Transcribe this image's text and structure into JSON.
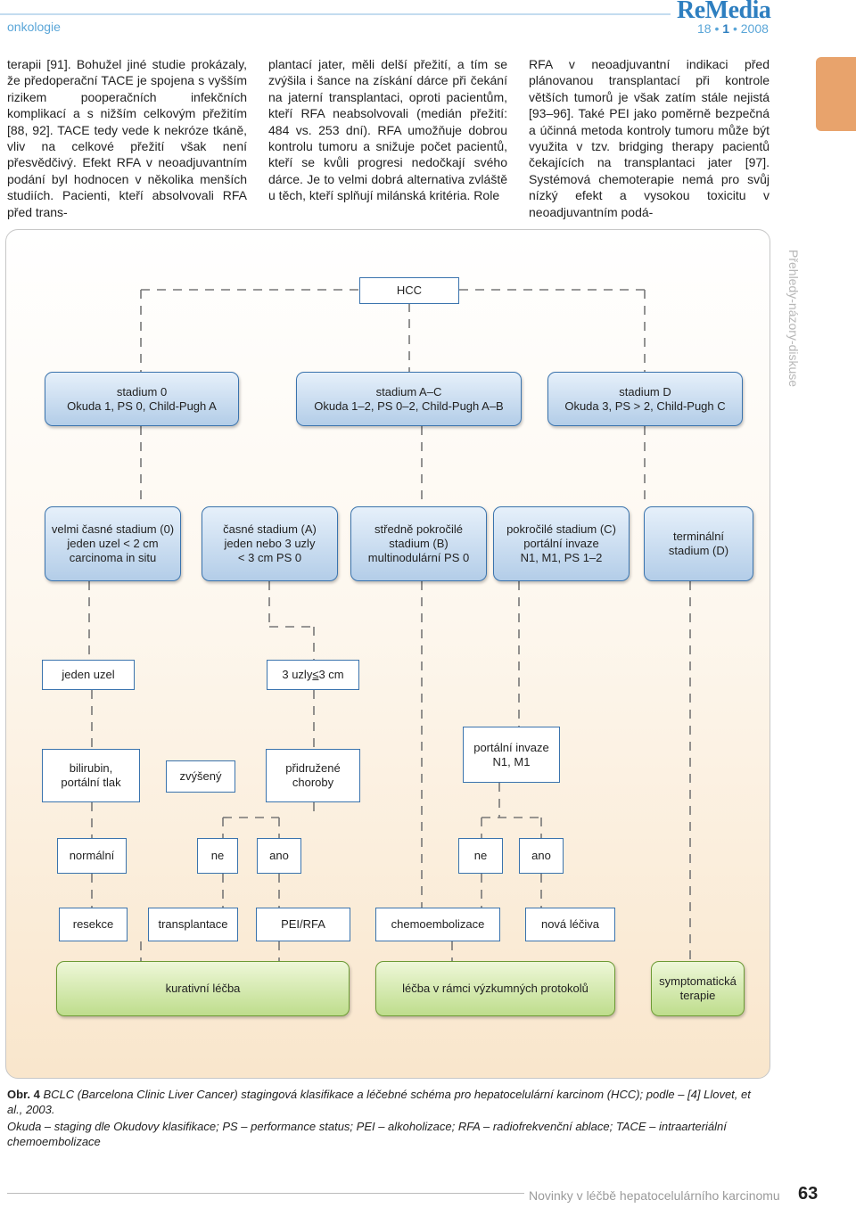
{
  "header": {
    "section": "onkologie",
    "brand": "ReMedia",
    "issue_prefix": "18 • ",
    "issue_num": "1",
    "issue_suffix": " • 2008"
  },
  "side_tab": "Přehledy-názory-diskuse",
  "columns": [
    "terapii [91]. Bohužel jiné studie prokázaly, že předoperační TACE je spojena s vyšším rizikem pooperačních infekčních komplikací a s nižším celkovým přežitím [88, 92]. TACE tedy vede k nekróze tkáně, vliv na celkové přežití však není přesvědčivý. Efekt RFA v neoadjuvantním podání byl hodnocen v několika menších studiích. Pacienti, kteří absolvovali RFA před trans-",
    "plantací jater, měli delší přežití, a tím se zvýšila i šance na získání dárce při čekání na jaterní transplantaci, oproti pacientům, kteří RFA neabsolvovali (medián přežití: 484 vs. 253 dní). RFA umožňuje dobrou kontrolu tumoru a snižuje počet pacientů, kteří se kvůli progresi nedočkají svého dárce. Je to velmi dobrá alternativa zvláště u těch, kteří splňují milánská kritéria. Role",
    "RFA v neoadjuvantní indikaci před plánovanou transplantací při kontrole větších tumorů je však zatím stále nejistá [93–96]. Také PEI jako poměrně bezpečná a účinná metoda kontroly tumoru může být využita v tzv. bridging therapy pacientů čekajících na transplantaci jater [97]. Systémová chemoterapie nemá pro svůj nízký efekt a vysokou toxicitu v neoadjuvantním podá-"
  ],
  "diagram": {
    "root": "HCC",
    "stages": [
      {
        "line1": "stadium 0",
        "line2": "Okuda 1, PS 0, Child-Pugh A"
      },
      {
        "line1": "stadium A–C",
        "line2": "Okuda 1–2, PS 0–2, Child-Pugh A–B"
      },
      {
        "line1": "stadium D",
        "line2": "Okuda 3, PS > 2, Child-Pugh C"
      }
    ],
    "substages": [
      {
        "l1": "velmi časné stadium (0)",
        "l2": "jeden uzel < 2 cm",
        "l3": "carcinoma in situ"
      },
      {
        "l1": "časné stadium (A)",
        "l2": "jeden nebo 3 uzly",
        "l3": "< 3 cm PS 0"
      },
      {
        "l1": "středně pokročilé",
        "l2": "stadium (B)",
        "l3": "multinodulární PS 0"
      },
      {
        "l1": "pokročilé stadium (C)",
        "l2": "portální invaze",
        "l3": "N1, M1, PS 1–2"
      },
      {
        "l1": "terminální",
        "l2": "stadium (D)"
      }
    ],
    "single_node": "jeden uzel",
    "three_nodes_a": "3 uzly ",
    "three_nodes_sym": "≤",
    "three_nodes_b": " 3 cm",
    "bilirubin_l1": "bilirubin,",
    "bilirubin_l2": "portální tlak",
    "raised": "zvýšený",
    "assoc_l1": "přidružené",
    "assoc_l2": "choroby",
    "portal_l1": "portální invaze",
    "portal_l2": "N1, M1",
    "normal": "normální",
    "no1": "ne",
    "yes1": "ano",
    "no2": "ne",
    "yes2": "ano",
    "treatments": [
      "resekce",
      "transplantace",
      "PEI/RFA",
      "chemoembolizace",
      "nová léčiva"
    ],
    "outcomes": {
      "curative": "kurativní léčba",
      "research": "léčba v rámci výzkumných protokolů",
      "symptomatic_l1": "symptomatická",
      "symptomatic_l2": "terapie"
    }
  },
  "caption": {
    "label": "Obr. 4",
    "text": " BCLC (Barcelona Clinic Liver Cancer) stagingová klasifikace a léčebné schéma pro hepatocelulární karcinom (HCC); podle – [4] Llovet, et al., 2003.",
    "abbrev": "Okuda – staging dle Okudovy klasifikace; PS – performance status; PEI – alkoholizace; RFA – radiofrekvenční ablace; TACE – intraarteriální chemoembolizace"
  },
  "footer": {
    "title": "Novinky v léčbě hepatocelulárního karcinomu",
    "page": "63"
  },
  "colors": {
    "accent_blue": "#2e7fc0",
    "box_border": "#3a73ad",
    "green_border": "#6c9a34",
    "tab_orange": "#e8a36c"
  }
}
